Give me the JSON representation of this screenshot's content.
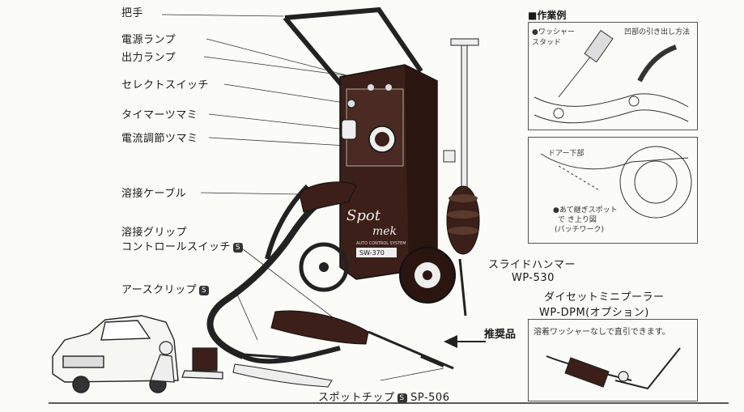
{
  "labels": {
    "handle": "把手",
    "power_lamp": "電源ランプ",
    "output_lamp": "出力ランプ",
    "select_switch": "セレクトスイッチ",
    "timer_knob": "タイマーツマミ",
    "current_knob": "電流調節ツマミ",
    "welding_cable": "溶接ケーブル",
    "grip_line1": "溶接グリップ",
    "grip_line2": "コントロールスイッチ",
    "earth_clip": "アースクリップ",
    "slide_hammer": "スライドハンマー",
    "slide_hammer_model": "WP-530",
    "spot_tip": "スポットチップ",
    "spot_tip_model": "SP-506",
    "badge": "S"
  },
  "work_example": {
    "heading": "■作業例",
    "washer_stud": "●ワッシャー\nスタッド",
    "dent_method": "凹部の引き出し方法",
    "door_bottom": "ドアー下部",
    "patch_note_1": "●あて継ぎスポット",
    "patch_note_2": "で き上り図",
    "patch_note_3": "(パッチワーク)"
  },
  "option": {
    "title": "ダイセットミニプーラー",
    "model": "WP-DPM(オプション)",
    "description": "溶着ワッシャーなしで直引できます。",
    "recommended": "推奨品"
  },
  "machine": {
    "brand_1": "Spot",
    "brand_2": "mek",
    "model": "SW-370",
    "tagline": "AUTO CONTROL SYSTEM"
  }
}
